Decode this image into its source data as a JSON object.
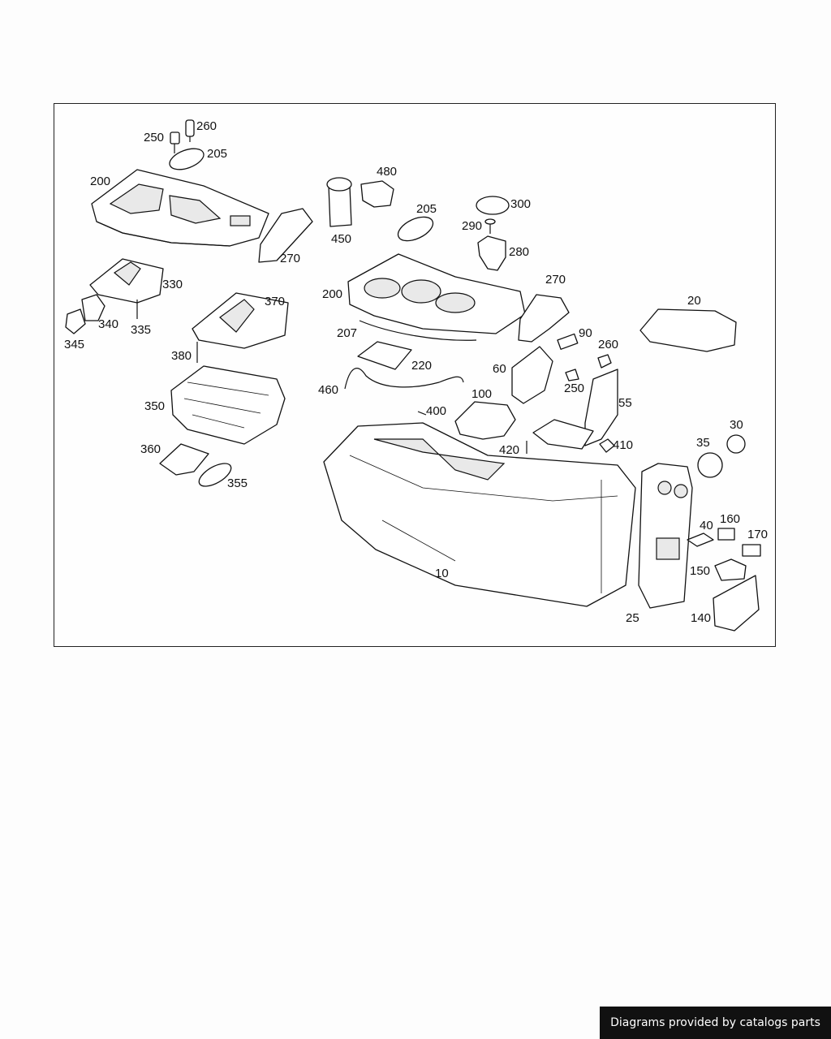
{
  "diagram": {
    "callouts": [
      "250",
      "260",
      "205",
      "200",
      "480",
      "450",
      "205",
      "300",
      "290",
      "280",
      "270",
      "200",
      "270",
      "330",
      "340",
      "335",
      "345",
      "370",
      "380",
      "207",
      "220",
      "90",
      "260",
      "20",
      "60",
      "250",
      "460",
      "100",
      "400",
      "55",
      "350",
      "420",
      "410",
      "30",
      "35",
      "360",
      "355",
      "40",
      "160",
      "170",
      "150",
      "10",
      "25",
      "140"
    ]
  },
  "footer": {
    "text": "Diagrams provided by catalogs parts",
    "background": "#111111",
    "color": "#ffffff"
  }
}
